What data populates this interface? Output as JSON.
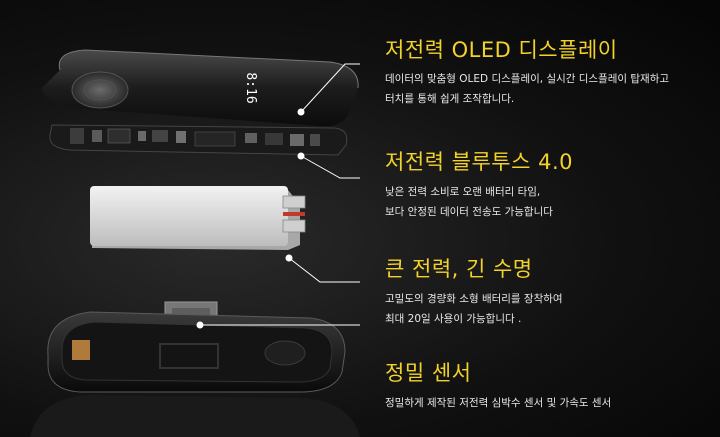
{
  "display_time": "8:16",
  "features": [
    {
      "title": "저전력 OLED 디스플레이",
      "lines": [
        "데이터의 맞춤형 OLED 디스플레이, 실시간 디스플레이 탑재하고",
        "터치를 통해 쉽게 조작합니다."
      ]
    },
    {
      "title": "저전력 블루투스 4.0",
      "lines": [
        "낮은 전력 소비로 오랜 배터리 타임,",
        "보다 안정된 데이터 전송도 가능합니다"
      ]
    },
    {
      "title": "큰 전력, 긴 수명",
      "lines": [
        "고밀도의 경량화 소형 배터리를 장착하여",
        "최대 20일 사용이 가능합니다 ."
      ]
    },
    {
      "title": "정밀 센서",
      "lines": [
        "정밀하게 제작된 저전력 심박수 센서 및 가속도 센서"
      ]
    }
  ],
  "colors": {
    "title": "#f3d22a",
    "body": "#e8e8e8",
    "background": "#111111"
  }
}
